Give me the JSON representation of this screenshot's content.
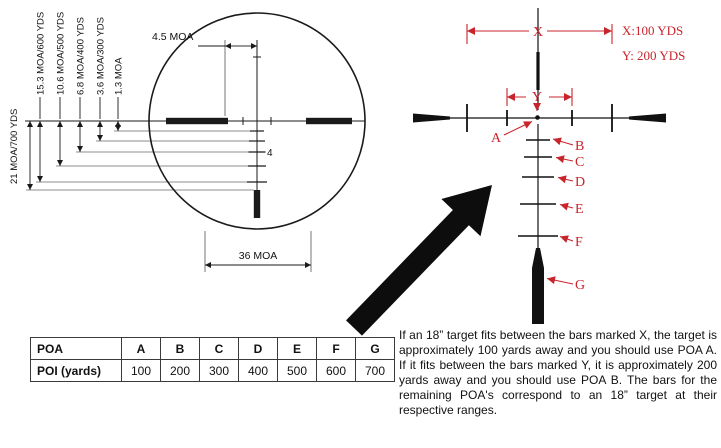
{
  "left_diagram": {
    "dim_700": "21 MOA/700 YDS",
    "dim_600": "15.3 MOA/600 YDS",
    "dim_500": "10.6 MOA/500 YDS",
    "dim_400": "6.8 MOA/400 YDS",
    "dim_300": "3.6 MOA/300 YDS",
    "dim_13": "1.3 MOA",
    "dim_top": "4.5 MOA",
    "dim_bottom": "36 MOA",
    "hash_label": "4"
  },
  "right_diagram": {
    "x_mark": "X",
    "y_mark": "Y",
    "x_range": "X:100 YDS",
    "y_range": "Y: 200 YDS",
    "poa_letters": [
      "A",
      "B",
      "C",
      "D",
      "E",
      "F",
      "G"
    ],
    "accent_color": "#c9242b"
  },
  "table": {
    "headers": [
      "POA",
      "A",
      "B",
      "C",
      "D",
      "E",
      "F",
      "G"
    ],
    "row_label": "POI (yards)",
    "values": [
      "100",
      "200",
      "300",
      "400",
      "500",
      "600",
      "700"
    ]
  },
  "description": "If an 18” target fits between the bars marked X, the target is approximately 100 yards away and you should use POA A.  If it fits between the bars marked Y, it is approximately 200 yards away and you should use POA B.  The bars for the remaining POA's correspond to an 18” target at their respective ranges."
}
